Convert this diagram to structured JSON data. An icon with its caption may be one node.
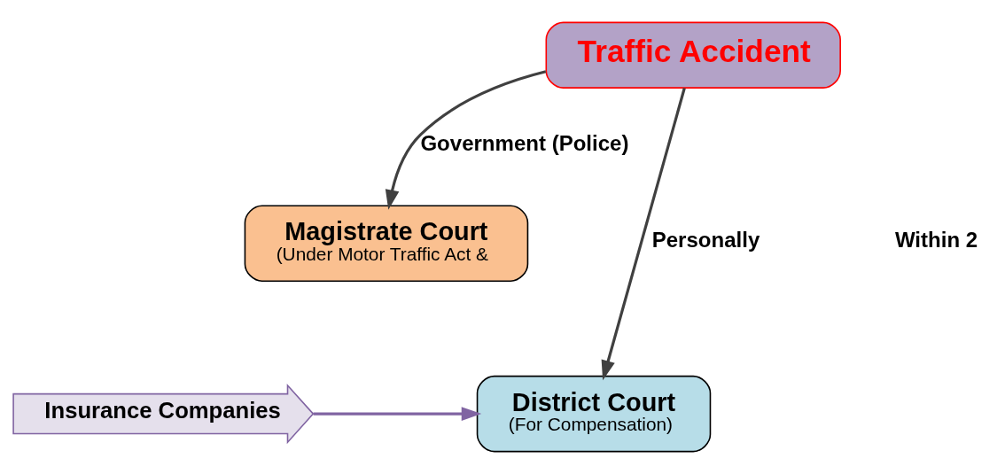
{
  "diagram": {
    "nodes": [
      {
        "text": [
          "Traffic Accident"
        ]
      },
      {
        "text": [
          "Magistrate Court",
          "(Under Motor Traffic Act &"
        ]
      },
      {
        "text": [
          "District Court",
          "(For Compensation)"
        ]
      },
      {
        "text": [
          "Insurance Companies"
        ]
      }
    ],
    "edges": [
      {
        "from": 0,
        "to": 1,
        "arrow": "to",
        "label": "Government (Police)"
      },
      {
        "from": 0,
        "to": 2,
        "arrow": "to",
        "label": "Personally"
      },
      {
        "from": 3,
        "to": 2,
        "arrow": "to",
        "color": "#8064a2"
      }
    ],
    "labels": [
      "Within 2"
    ]
  }
}
